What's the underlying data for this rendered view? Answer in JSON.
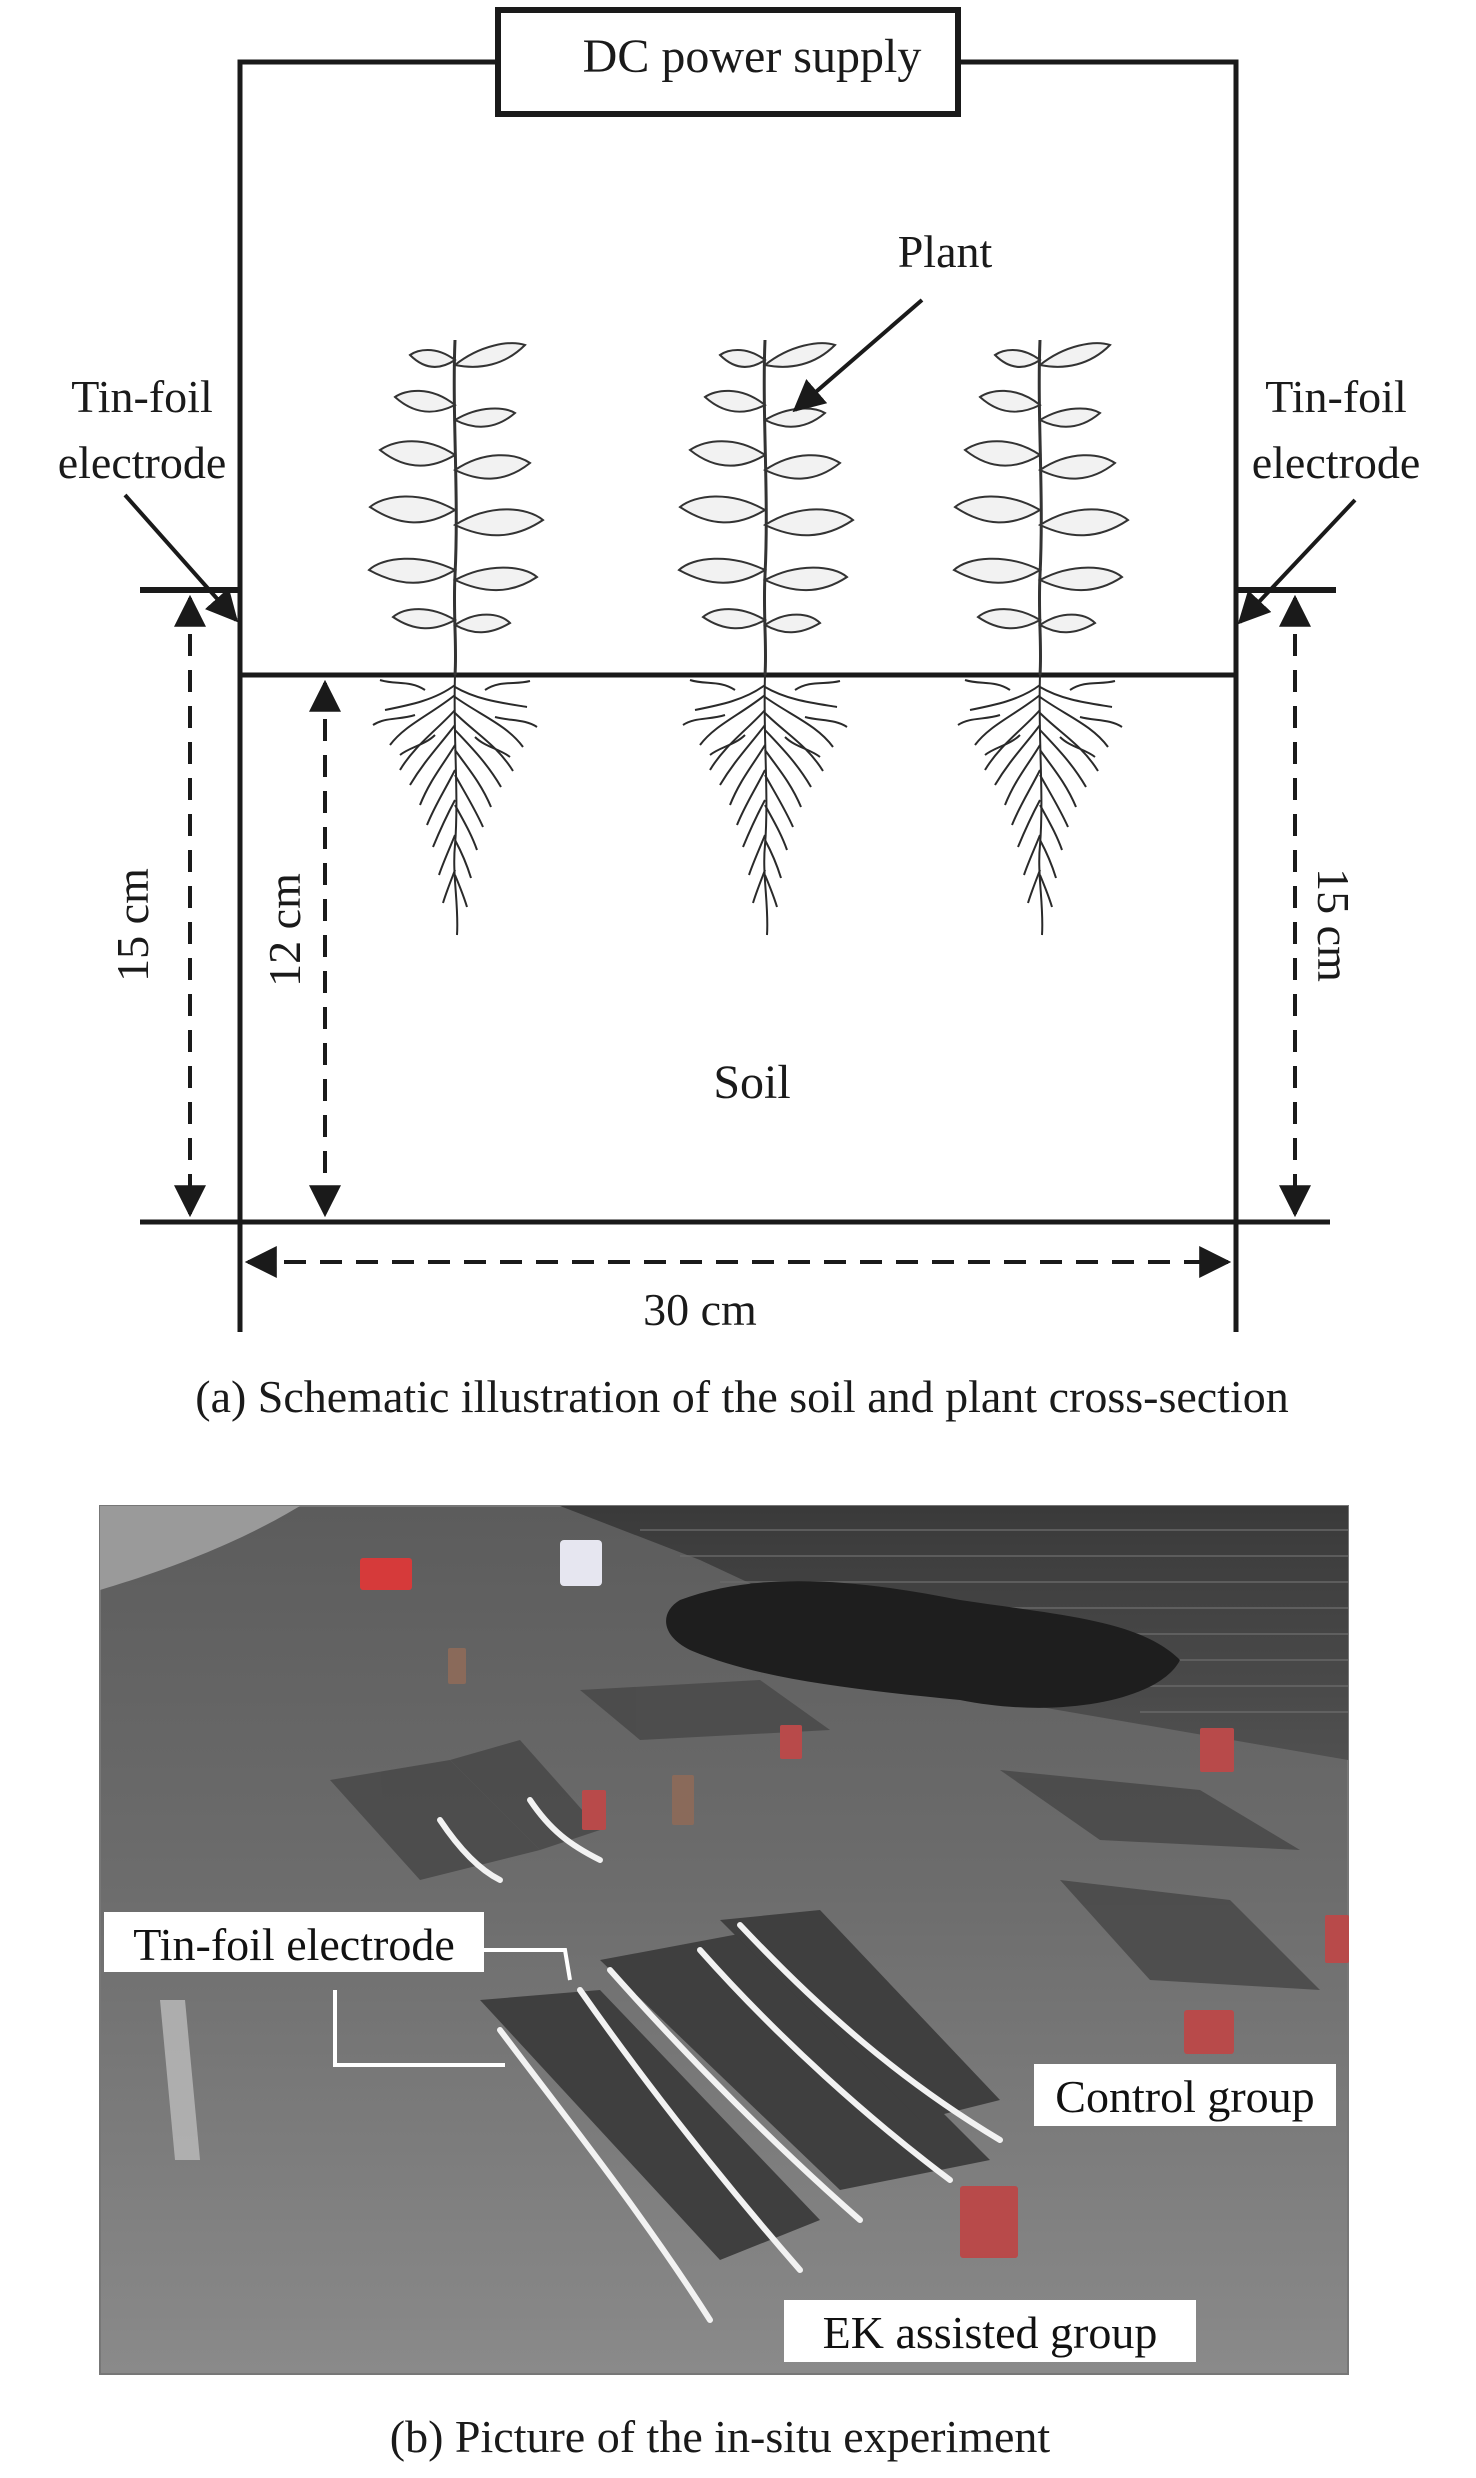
{
  "schematic": {
    "power_supply_label": "DC power supply",
    "plant_label": "Plant",
    "electrode_left_line1": "Tin-foil",
    "electrode_left_line2": "electrode",
    "electrode_right_line1": "Tin-foil",
    "electrode_right_line2": "electrode",
    "depth_left_label": "15 cm",
    "depth_inner_label": "12 cm",
    "depth_right_label": "15 cm",
    "soil_label": "Soil",
    "width_label": "30 cm",
    "caption": "(a) Schematic illustration of the soil and plant cross-section"
  },
  "photo": {
    "electrode_label": "Tin-foil electrode",
    "control_label": "Control group",
    "ek_label": "EK assisted group",
    "caption": "(b) Picture of the in-situ experiment"
  }
}
